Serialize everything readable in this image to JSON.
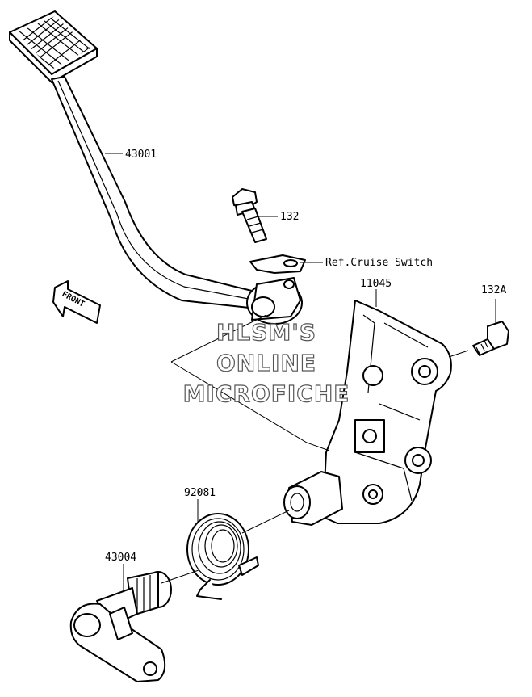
{
  "callouts": {
    "pedal": "43001",
    "bolt": "132",
    "ref_cruise": "Ref.Cruise Switch",
    "bracket": "11045",
    "bolt_a": "132A",
    "spring": "92081",
    "shaft": "43004"
  },
  "front_label": "FRONT",
  "watermark": {
    "line1": "HLSM'S",
    "line2": "ONLINE",
    "line3": "MICROFICHE"
  }
}
